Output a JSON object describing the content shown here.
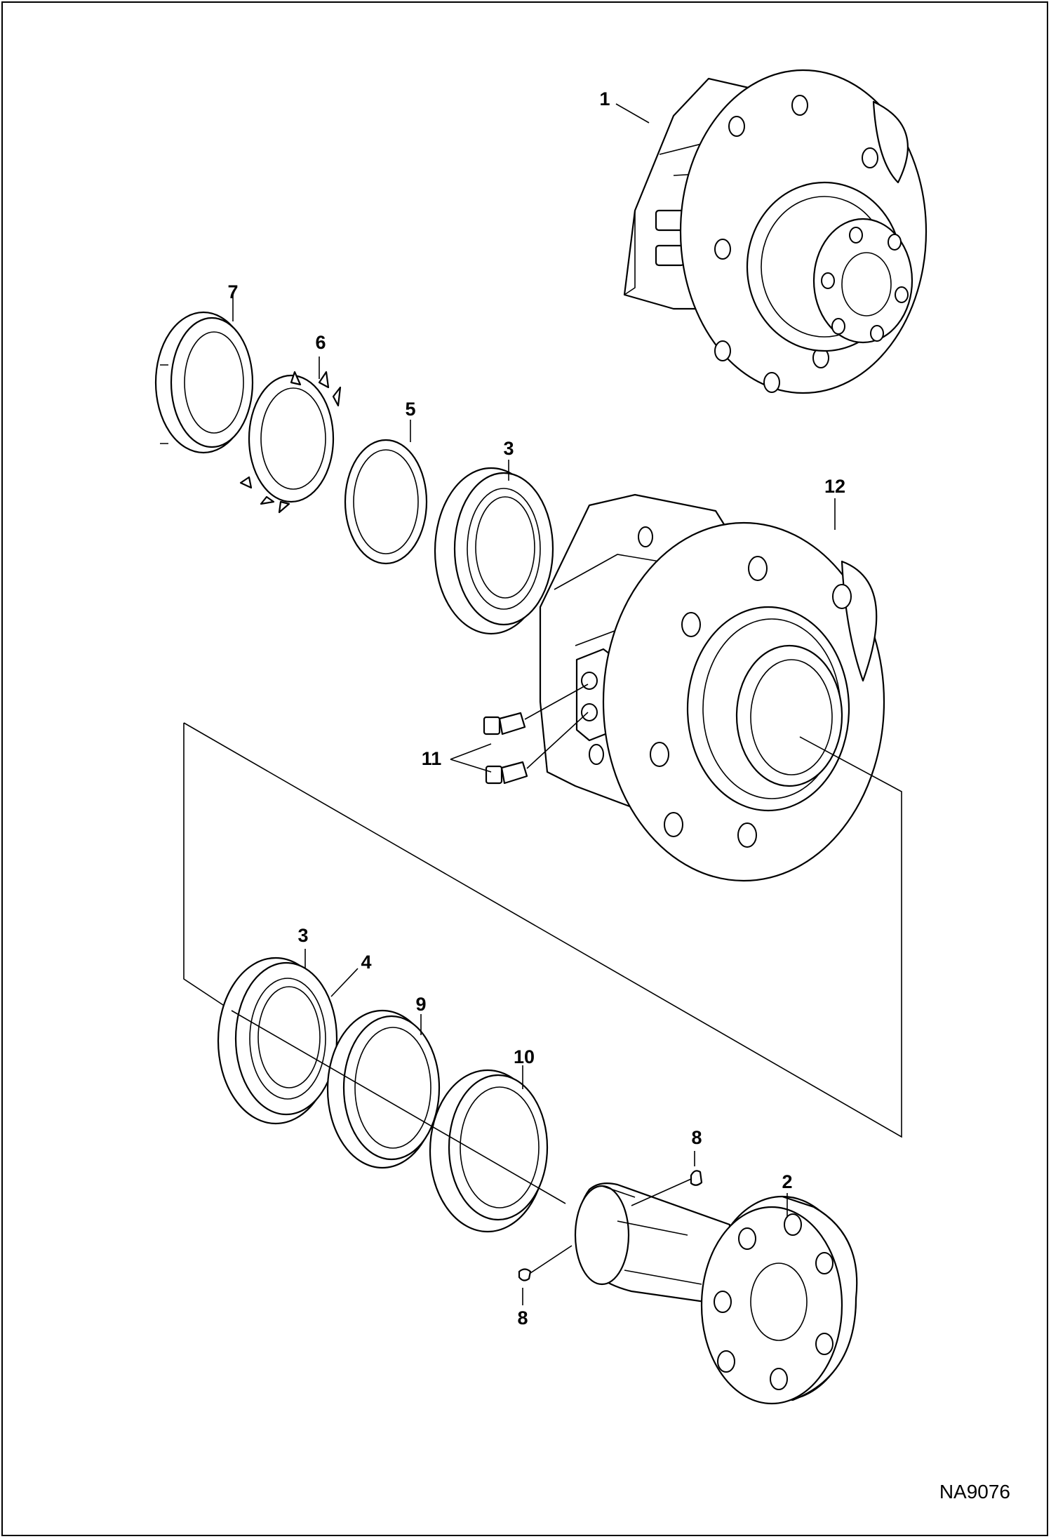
{
  "callouts": {
    "c1": "1",
    "c2": "2",
    "c3a": "3",
    "c3b": "3",
    "c4": "4",
    "c5": "5",
    "c6": "6",
    "c7": "7",
    "c8a": "8",
    "c8b": "8",
    "c9": "9",
    "c10": "10",
    "c11": "11",
    "c12": "12"
  },
  "drawing_id": "NA9076"
}
